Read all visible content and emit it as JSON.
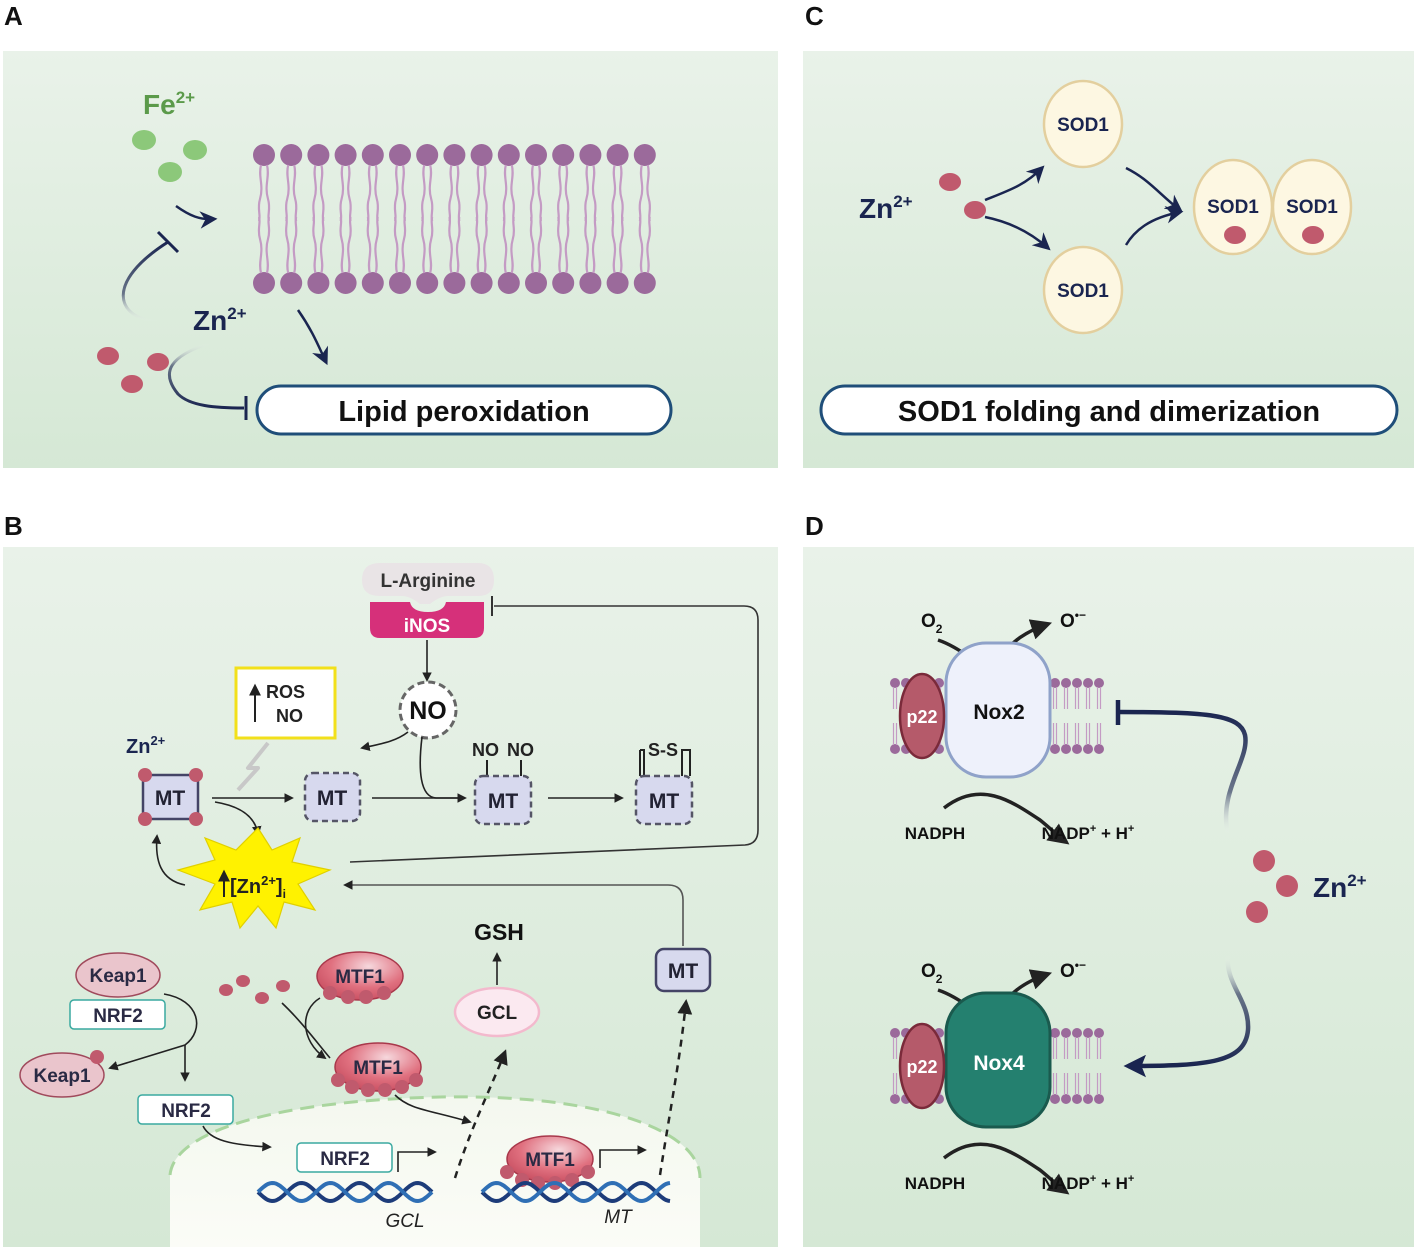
{
  "panels": {
    "a": {
      "letter": "A",
      "fe_label": "Fe",
      "fe_charge": "2+",
      "zn_label": "Zn",
      "zn_charge": "2+",
      "box_label": "Lipid peroxidation"
    },
    "b": {
      "letter": "B",
      "l_arginine": "L-Arginine",
      "inos": "iNOS",
      "no": "NO",
      "ros_box_1": "ROS",
      "ros_box_2": "NO",
      "zn_label": "Zn",
      "zn_charge": "2+",
      "mt": "MT",
      "no_pair_1": "NO",
      "no_pair_2": "NO",
      "ss": "S-S",
      "zn_i_prefix": "[Zn",
      "zn_i_charge": "2+",
      "zn_i_suffix": "]",
      "zn_i_sub": "i",
      "gsh": "GSH",
      "gcl": "GCL",
      "keap1": "Keap1",
      "nrf2": "NRF2",
      "mtf1": "MTF1",
      "gene_gcl": "GCL",
      "gene_mt": "MT"
    },
    "c": {
      "letter": "C",
      "zn_label": "Zn",
      "zn_charge": "2+",
      "sod1": "SOD1",
      "box_label": "SOD1 folding and dimerization"
    },
    "d": {
      "letter": "D",
      "o2": "O",
      "o2_sub": "2",
      "superoxide": "O",
      "superoxide_sup": "•−",
      "p22": "p22",
      "nox2": "Nox2",
      "nox4": "Nox4",
      "nadph": "NADPH",
      "nadp_prefix": "NADP",
      "nadp_sup": "+",
      "nadp_mid": " + H",
      "nadp_h_sup": "+",
      "zn_label": "Zn",
      "zn_charge": "2+"
    }
  },
  "colors": {
    "panel_bg_top": "#e7f1e7",
    "panel_bg_bottom": "#d6e9d6",
    "arrow_dark": "#1a2550",
    "zinc_dot": "#c05a6d",
    "iron_dot": "#8cc87a",
    "lipid_head": "#9b6a9b",
    "lipid_tail": "#c49bc4",
    "box_border": "#1f4e79",
    "inos": "#d6307a",
    "mt_fill": "#d7d9ee",
    "nrf2_border": "#3aa9a0",
    "mtf1_fill": "#df6a7a",
    "keap1_fill": "#eac5cc",
    "nox2_fill": "#eef1fb",
    "nox4_fill": "#24806f",
    "p22_fill": "#b55a6a",
    "sod1_fill": "#fdf7e2",
    "ros_box_border": "#f2e01b",
    "burst_fill": "#fff200",
    "dna": "#1d3c7a"
  }
}
